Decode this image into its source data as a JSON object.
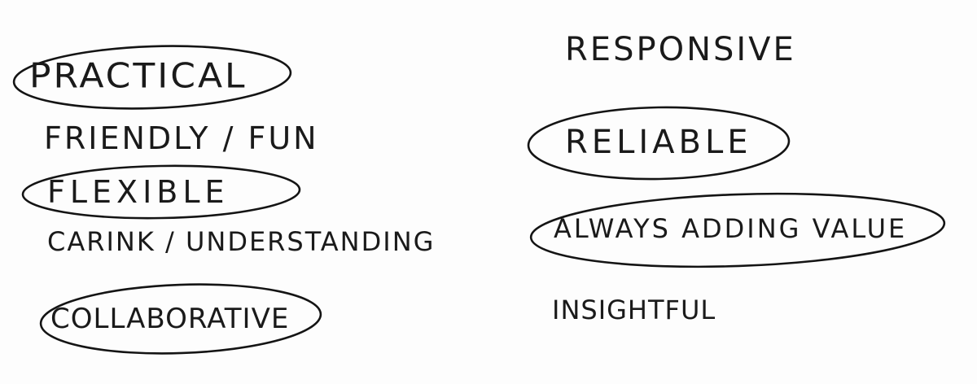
{
  "left_column": [
    {
      "text": "Practical",
      "circled": true
    },
    {
      "text": "Friendly / Fun",
      "circled": false
    },
    {
      "text": "Flexible",
      "circled": true
    },
    {
      "text": "Carink / Understanding",
      "circled": false
    },
    {
      "text": "Collaborative",
      "circled": true
    }
  ],
  "right_column": [
    {
      "text": "Responsive",
      "circled": false
    },
    {
      "text": "Reliable",
      "circled": true
    },
    {
      "text": "Always Adding Value",
      "circled": true
    },
    {
      "text": "Insightful",
      "circled": false
    }
  ],
  "ink_color": "#141414"
}
